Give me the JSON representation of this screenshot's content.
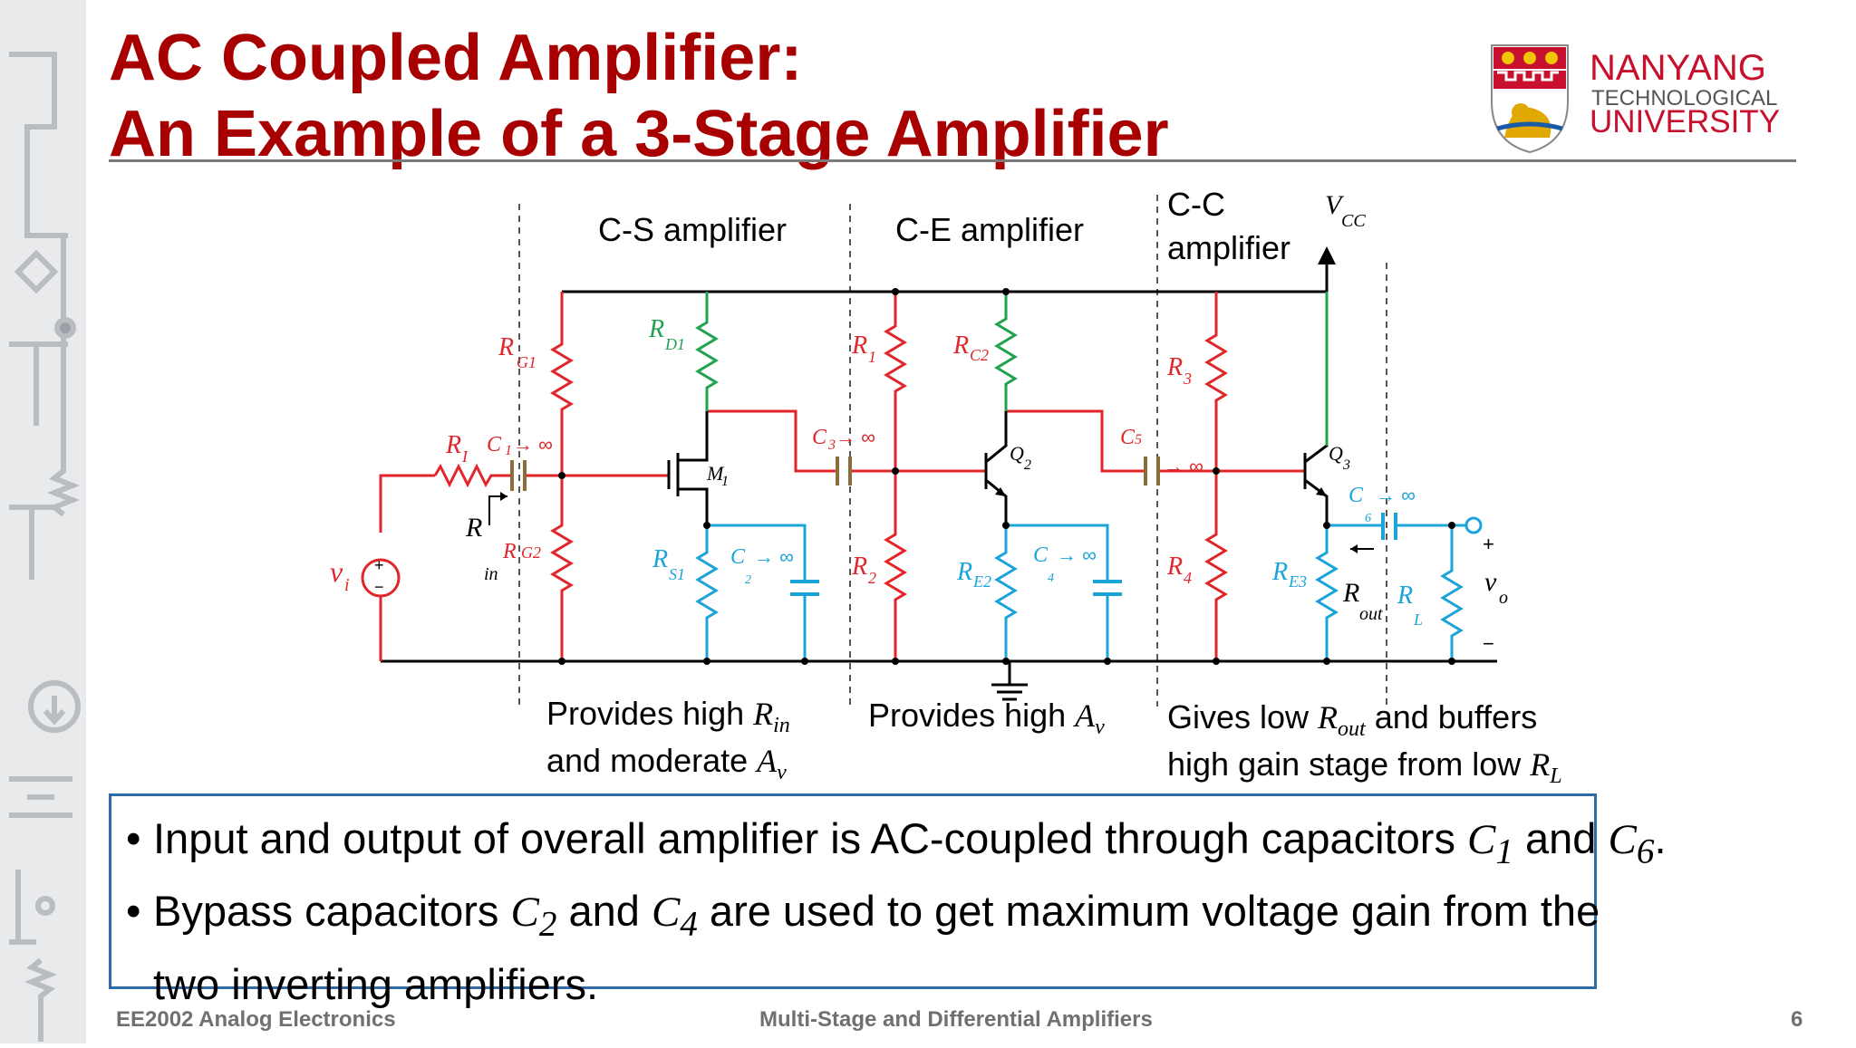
{
  "slide": {
    "title_line1": "AC Coupled Amplifier:",
    "title_line2": "An Example of a 3-Stage Amplifier",
    "logo": {
      "name_line1": "NANYANG",
      "name_line2": "TECHNOLOGICAL",
      "name_line3": "UNIVERSITY"
    },
    "stages": {
      "cs": "C-S amplifier",
      "ce": "C-E amplifier",
      "cc_line1": "C-C",
      "cc_line2": "amplifier"
    },
    "components": {
      "vcc": "V",
      "vcc_sub": "CC",
      "rg1": "R",
      "rg1_sub": "G1",
      "rd1": "R",
      "rd1_sub": "D1",
      "r1": "R",
      "r1_sub": "1",
      "rc2": "R",
      "rc2_sub": "C2",
      "r3": "R",
      "r3_sub": "3",
      "ri": "R",
      "ri_sub": "I",
      "c1": "C",
      "c1_sub": "1",
      "c1_inf": "→ ∞",
      "c3": "C",
      "c3_sub": "3",
      "c3_inf": "→ ∞",
      "c5": "C",
      "c5_sub": "5",
      "c5_inf": "→ ∞",
      "m1": "M",
      "m1_sub": "1",
      "q2": "Q",
      "q2_sub": "2",
      "q3": "Q",
      "q3_sub": "3",
      "c6": "C",
      "c6_sub": "6",
      "c6_inf": "→ ∞",
      "rin": "R",
      "rin_sub": "in",
      "rg2": "R",
      "rg2_sub": "G2",
      "rs1": "R",
      "rs1_sub": "S1",
      "c2": "C",
      "c2_sub": "2",
      "c2_inf": "→ ∞",
      "r2": "R",
      "r2_sub": "2",
      "re2": "R",
      "re2_sub": "E2",
      "c4": "C",
      "c4_sub": "4",
      "c4_inf": "→ ∞",
      "r4": "R",
      "r4_sub": "4",
      "re3": "R",
      "re3_sub": "E3",
      "rout": "R",
      "rout_sub": "out",
      "rl": "R",
      "rl_sub": "L",
      "vi": "v",
      "vi_sub": "i",
      "vo": "v",
      "vo_sub": "o",
      "plus": "+",
      "minus": "−"
    },
    "notes": {
      "cs_line1": "Provides high ",
      "cs_r": "R",
      "cs_r_sub": "in",
      "cs_line2": "and moderate ",
      "cs_a": "A",
      "cs_a_sub": "v",
      "ce_line1": "Provides high ",
      "ce_a": "A",
      "ce_a_sub": "v",
      "cc_line1a": "Gives low ",
      "cc_r": "R",
      "cc_r_sub": "out",
      "cc_line1b": " and buffers",
      "cc_line2": "high gain stage from low ",
      "cc_rl": "R",
      "cc_rl_sub": "L"
    },
    "bullets": {
      "b1_text": "Input and output of overall amplifier is AC-coupled through capacitors ",
      "b1_c": "C",
      "b1_c_sub": "1",
      "b1_and": " and ",
      "b1_c2": "C",
      "b1_c2_sub": "6",
      "b1_end": ".",
      "b2_text": "Bypass capacitors ",
      "b2_c": "C",
      "b2_c_sub": "2",
      "b2_and": " and ",
      "b2_c2": "C",
      "b2_c2_sub": "4",
      "b2_rest": " are used to get maximum voltage gain from the",
      "b2_cont": "two inverting amplifiers.",
      "marker": "•"
    },
    "footer": {
      "left": "EE2002 Analog Electronics",
      "center": "Multi-Stage and Differential Amplifiers",
      "page": "6"
    },
    "colors": {
      "title": "#a80000",
      "red_wire": "#e0262b",
      "green_wire": "#1fa34e",
      "blue_wire": "#1aa4d8",
      "box_border": "#2f6aa8"
    }
  }
}
